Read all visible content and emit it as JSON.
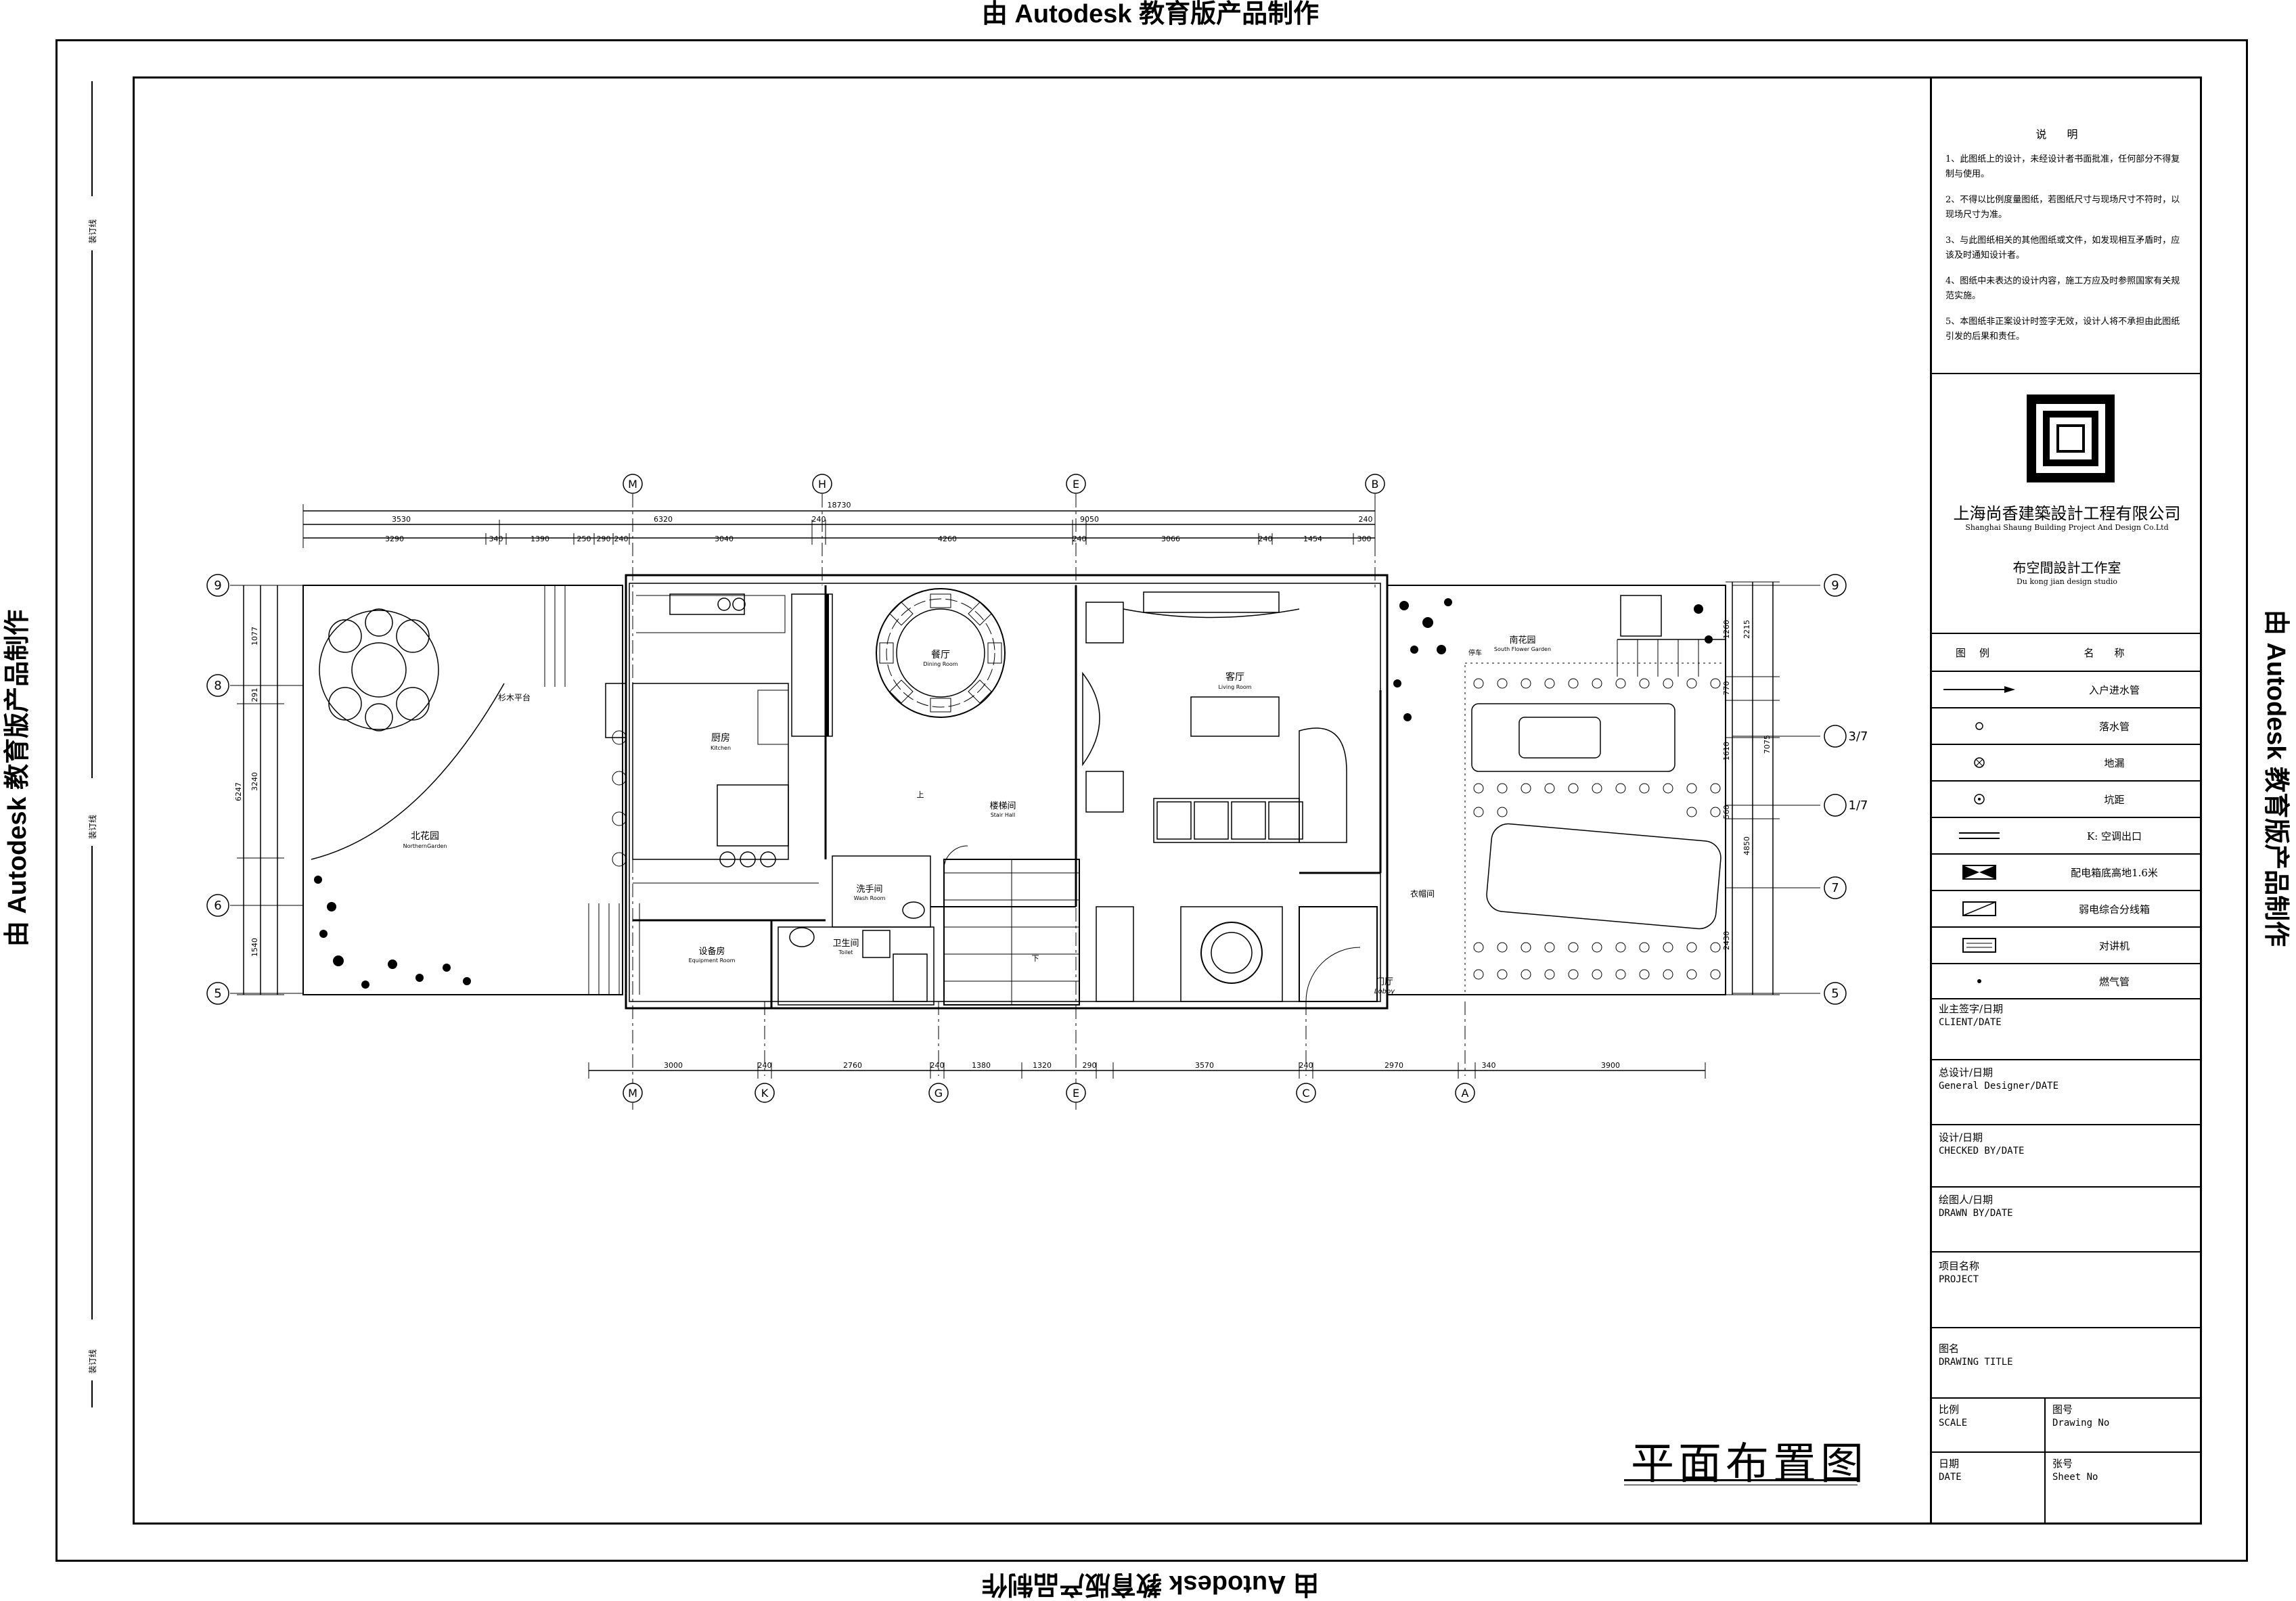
{
  "watermark": {
    "top": "由 Autodesk 教育版产品制作",
    "bottom": "由 Autodesk 教育版产品制作",
    "left": "由 Autodesk 教育版产品制作",
    "right": "由 Autodesk 教育版产品制作"
  },
  "margin_labels": [
    "装订线",
    "装订线",
    "装订线"
  ],
  "notes": {
    "title": "说明",
    "items": [
      "1、此图纸上的设计，未经设计者书面批准，任何部分不得复制与使用。",
      "2、不得以比例度量图纸，若图纸尺寸与现场尺寸不符时，以现场尺寸为准。",
      "3、与此图纸相关的其他图纸或文件，如发现相互矛盾时，应该及时通知设计者。",
      "4、图纸中未表达的设计内容，施工方应及时参照国家有关规范实施。",
      "5、本图纸非正案设计时签字无效，设计人将不承担由此图纸引发的后果和责任。"
    ]
  },
  "company": {
    "name_cn": "上海尚香建築設計工程有限公司",
    "name_en": "Shanghai Shaung Building Project And Design Co.Ltd",
    "studio_cn": "布空間設計工作室",
    "studio_en": "Du kong jian design studio"
  },
  "legend": {
    "header_symbol": "图例",
    "header_name": "名称",
    "items": [
      {
        "icon": "arrow-icon",
        "name": "入户进水管"
      },
      {
        "icon": "small-circle-icon",
        "name": "落水管"
      },
      {
        "icon": "crossed-circle-icon",
        "name": "地漏"
      },
      {
        "icon": "dotted-circle-icon",
        "name": "坑距"
      },
      {
        "icon": "double-line-icon",
        "name": "K: 空调出口"
      },
      {
        "icon": "bowtie-box-icon",
        "name": "配电箱底高地1.6米"
      },
      {
        "icon": "slash-box-icon",
        "name": "弱电综合分线箱"
      },
      {
        "icon": "intercom-icon",
        "name": "对讲机"
      },
      {
        "icon": "dot-icon",
        "name": "燃气管"
      }
    ]
  },
  "fields": [
    {
      "cn": "业主签字/日期",
      "en": "CLIENT/DATE"
    },
    {
      "cn": "总设计/日期",
      "en": "General Designer/DATE"
    },
    {
      "cn": "设计/日期",
      "en": "CHECKED BY/DATE"
    },
    {
      "cn": "绘图人/日期",
      "en": "DRAWN BY/DATE"
    },
    {
      "cn": "项目名称",
      "en": "PROJECT"
    },
    {
      "cn": "图名",
      "en": "DRAWING TITLE"
    }
  ],
  "bottom_fields": {
    "scale_cn": "比例",
    "scale_en": "SCALE",
    "drawing_no_cn": "图号",
    "drawing_no_en": "Drawing No",
    "date_cn": "日期",
    "date_en": "DATE",
    "sheet_no_cn": "张号",
    "sheet_no_en": "Sheet No"
  },
  "drawing_title": "平面布置图",
  "plan": {
    "grid_top": [
      "M",
      "H",
      "E",
      "B"
    ],
    "grid_bottom": [
      "M",
      "K",
      "G",
      "E",
      "C",
      "A"
    ],
    "grid_left": [
      "9",
      "8",
      "6",
      "5"
    ],
    "grid_right": [
      "9",
      "3/7",
      "1/7",
      "7",
      "5"
    ],
    "dims_top_total": "18730",
    "dims_top_row1": [
      "3530",
      "6320",
      "240",
      "9050",
      "240"
    ],
    "dims_top_row2": [
      "3290",
      "340",
      "1390",
      "250",
      "290",
      "240",
      "3040",
      "4260",
      "240",
      "3066",
      "240",
      "1454",
      "300"
    ],
    "dims_bottom": [
      "3000",
      "240",
      "2760",
      "240",
      "1380",
      "1320",
      "290",
      "3570",
      "240",
      "2970",
      "340",
      "3900"
    ],
    "dims_left": [
      "1077",
      "291",
      "6247",
      "3240",
      "1540"
    ],
    "dims_right": [
      "1260",
      "2215",
      "770",
      "1610",
      "7075",
      "560",
      "4850",
      "2430"
    ],
    "rooms": [
      {
        "cn": "厨房",
        "en": "Kitchen"
      },
      {
        "cn": "餐厅",
        "en": "Dining Room"
      },
      {
        "cn": "客厅",
        "en": "Living Room"
      },
      {
        "cn": "北花园",
        "en": "NorthernGarden"
      },
      {
        "cn": "洗手间",
        "en": "Wash Room"
      },
      {
        "cn": "卫生间",
        "en": "Toilet"
      },
      {
        "cn": "设备房",
        "en": "Equipment Room"
      },
      {
        "cn": "楼梯间",
        "en": "Stair Hall"
      },
      {
        "cn": "门厅",
        "en": "Lobby"
      },
      {
        "cn": "南花园",
        "en": "South Flower Garden"
      },
      {
        "cn": "杉木平台",
        "en": ""
      },
      {
        "cn": "衣帽间",
        "en": ""
      },
      {
        "cn": "停车",
        "en": ""
      }
    ],
    "stair_marks": [
      "上",
      "下"
    ]
  }
}
